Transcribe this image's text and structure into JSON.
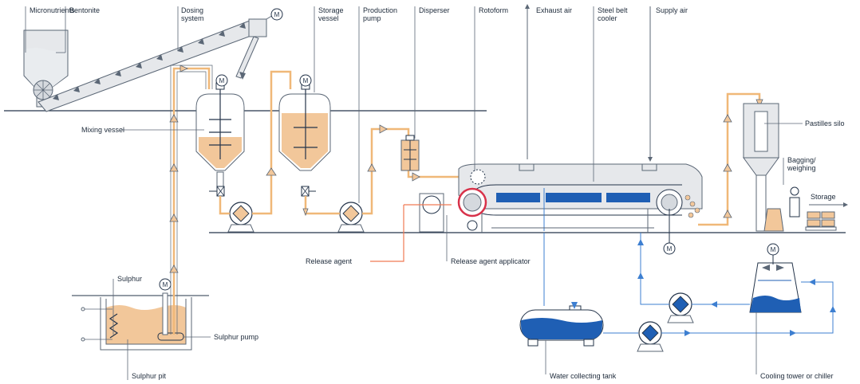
{
  "labels": {
    "micronutrients": "Micronutrients",
    "bentonite": "Bentonite",
    "dosing_system": "Dosing\nsystem",
    "storage_vessel": "Storage\nvessel",
    "production_pump": "Production\npump",
    "disperser": "Disperser",
    "rotoform": "Rotoform",
    "exhaust_air": "Exhaust air",
    "steel_belt_cooler": "Steel belt\ncooler",
    "supply_air": "Supply air",
    "mixing_vessel": "Mixing vessel",
    "pastilles_silo": "Pastilles silo",
    "bagging_weighing": "Bagging/\nweighing",
    "storage": "Storage",
    "release_agent": "Release agent",
    "release_agent_applicator": "Release agent applicator",
    "sulphur": "Sulphur",
    "sulphur_pump": "Sulphur pump",
    "sulphur_pit": "Sulphur pit",
    "water_collecting_tank": "Water collecting tank",
    "cooling_tower": "Cooling tower or chiller",
    "motor": "M"
  },
  "colors": {
    "line": "#5b6776",
    "dark": "#24344a",
    "sulphur_fill": "#f2c79a",
    "sulphur_line": "#f0b878",
    "water_fill": "#1f5fb4",
    "water_line": "#3d7fd1",
    "release_line": "#f07a55",
    "equipment_fill": "#e6e8eb",
    "red_drum": "#d8324a"
  }
}
